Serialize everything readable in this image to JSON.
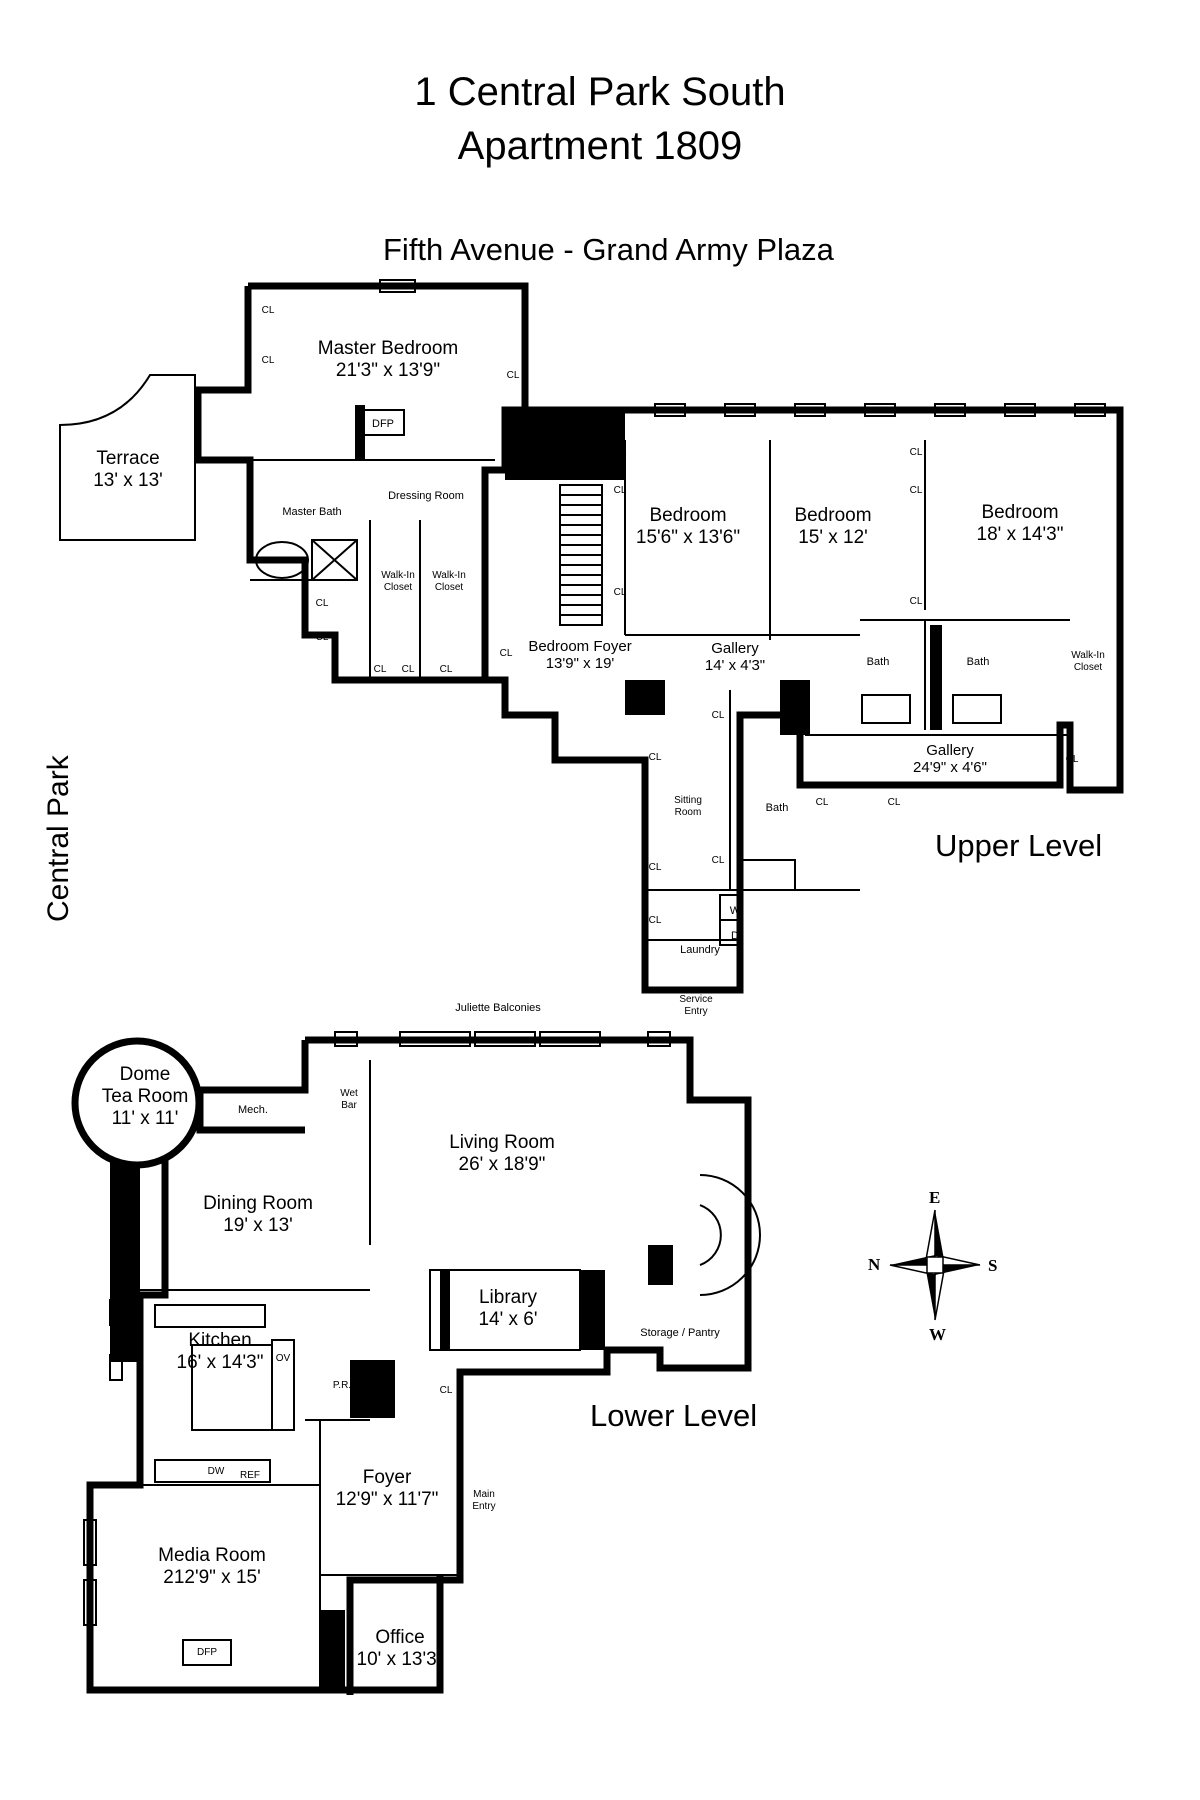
{
  "title": {
    "line1": "1 Central Park South",
    "line2": "Apartment 1809"
  },
  "street_top": "Fifth Avenue - Grand Army Plaza",
  "street_side": "Central Park",
  "levels": {
    "upper": "Upper Level",
    "lower": "Lower Level"
  },
  "upper_rooms": {
    "master_bedroom": {
      "name": "Master Bedroom",
      "size": "21'3\" x 13'9\""
    },
    "terrace": {
      "name": "Terrace",
      "size": "13' x 13'"
    },
    "master_bath": "Master Bath",
    "dressing_room": "Dressing Room",
    "dfp": "DFP",
    "walk_in_closet_1": {
      "line1": "Walk-In",
      "line2": "Closet"
    },
    "walk_in_closet_2": {
      "line1": "Walk-In",
      "line2": "Closet"
    },
    "bedroom_1": {
      "name": "Bedroom",
      "size": "15'6\" x 13'6\""
    },
    "bedroom_2": {
      "name": "Bedroom",
      "size": "15' x 12'"
    },
    "bedroom_3": {
      "name": "Bedroom",
      "size": "18' x 14'3\""
    },
    "bedroom_foyer": {
      "name": "Bedroom Foyer",
      "size": "13'9\" x 19'"
    },
    "gallery_1": {
      "name": "Gallery",
      "size": "14' x 4'3\""
    },
    "gallery_2": {
      "name": "Gallery",
      "size": "24'9\" x 4'6\""
    },
    "bath_1": "Bath",
    "bath_2": "Bath",
    "bath_3": "Bath",
    "walk_in_closet_3": {
      "line1": "Walk-In",
      "line2": "Closet"
    },
    "sitting_room": {
      "line1": "Sitting",
      "line2": "Room"
    },
    "laundry": "Laundry",
    "washer": "W",
    "dryer": "D",
    "service_entry": {
      "line1": "Service",
      "line2": "Entry"
    },
    "closet": "CL"
  },
  "lower_rooms": {
    "juliette_balconies": "Juliette Balconies",
    "dome_tea_room": {
      "line1": "Dome",
      "line2": "Tea Room",
      "size": "11' x 11'"
    },
    "mech": "Mech.",
    "wet_bar": {
      "line1": "Wet",
      "line2": "Bar"
    },
    "living_room": {
      "name": "Living Room",
      "size": "26' x 18'9\""
    },
    "dining_room": {
      "name": "Dining Room",
      "size": "19' x 13'"
    },
    "library": {
      "name": "Library",
      "size": "14' x 6'"
    },
    "storage_pantry": "Storage / Pantry",
    "kitchen": {
      "name": "Kitchen",
      "size": "16' x 14'3\""
    },
    "ov": "OV",
    "pr": "P.R.",
    "dw": "DW",
    "ref": "REF",
    "cl": "CL",
    "foyer": {
      "name": "Foyer",
      "size": "12'9\" x 11'7\""
    },
    "main_entry": {
      "line1": "Main",
      "line2": "Entry"
    },
    "media_room": {
      "name": "Media Room",
      "size": "212'9\" x 15'"
    },
    "dfp": "DFP",
    "office": {
      "name": "Office",
      "size": "10' x 13'3\""
    }
  },
  "compass": {
    "north": "N",
    "south": "S",
    "east": "E",
    "west": "W"
  }
}
